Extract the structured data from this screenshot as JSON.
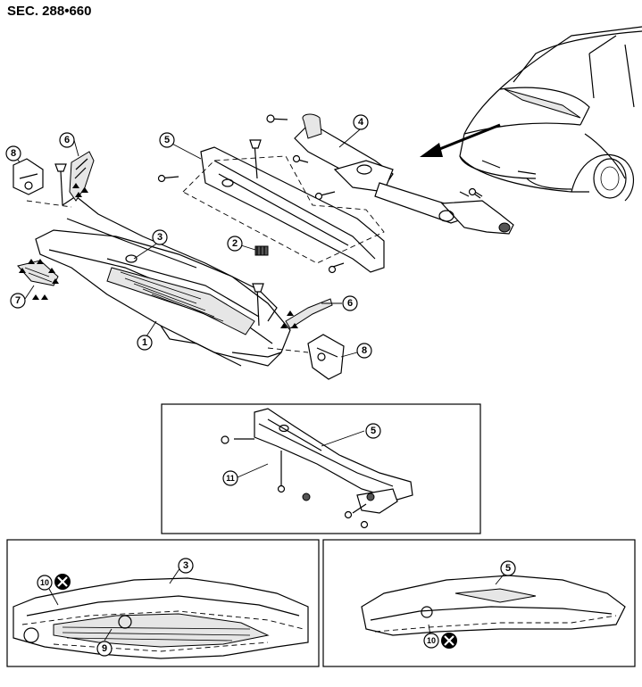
{
  "section_label": "SEC. 288•660",
  "callouts": {
    "c1": "1",
    "c2": "2",
    "c3": "3",
    "c4": "4",
    "c5": "5",
    "c6": "6",
    "c7": "7",
    "c8": "8",
    "c9": "9",
    "c10": "10",
    "c11": "11"
  },
  "icons": {
    "do_not_reuse": "circle-x-icon",
    "adhesive": "triangle-dot-icon"
  },
  "colors": {
    "line": "#000000",
    "background": "#ffffff"
  }
}
